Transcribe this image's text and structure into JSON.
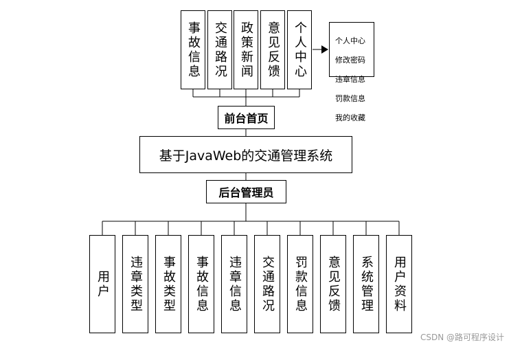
{
  "front_modules": [
    "事故信息",
    "交通路况",
    "政策新闻",
    "意见反馈",
    "个人中心"
  ],
  "personal_center_items": [
    "个人中心",
    "修改密码",
    "违章信息",
    "罚款信息",
    "我的收藏"
  ],
  "front_home": "前台首页",
  "system_title": "基于JavaWeb的交通管理系统",
  "admin": "后台管理员",
  "admin_modules": [
    "用户",
    "违章类型",
    "事故类型",
    "事故信息",
    "违章信息",
    "交通路况",
    "罚款信息",
    "意见反馈",
    "系统管理",
    "用户资料"
  ],
  "watermark": "CSDN @路可程序设计"
}
